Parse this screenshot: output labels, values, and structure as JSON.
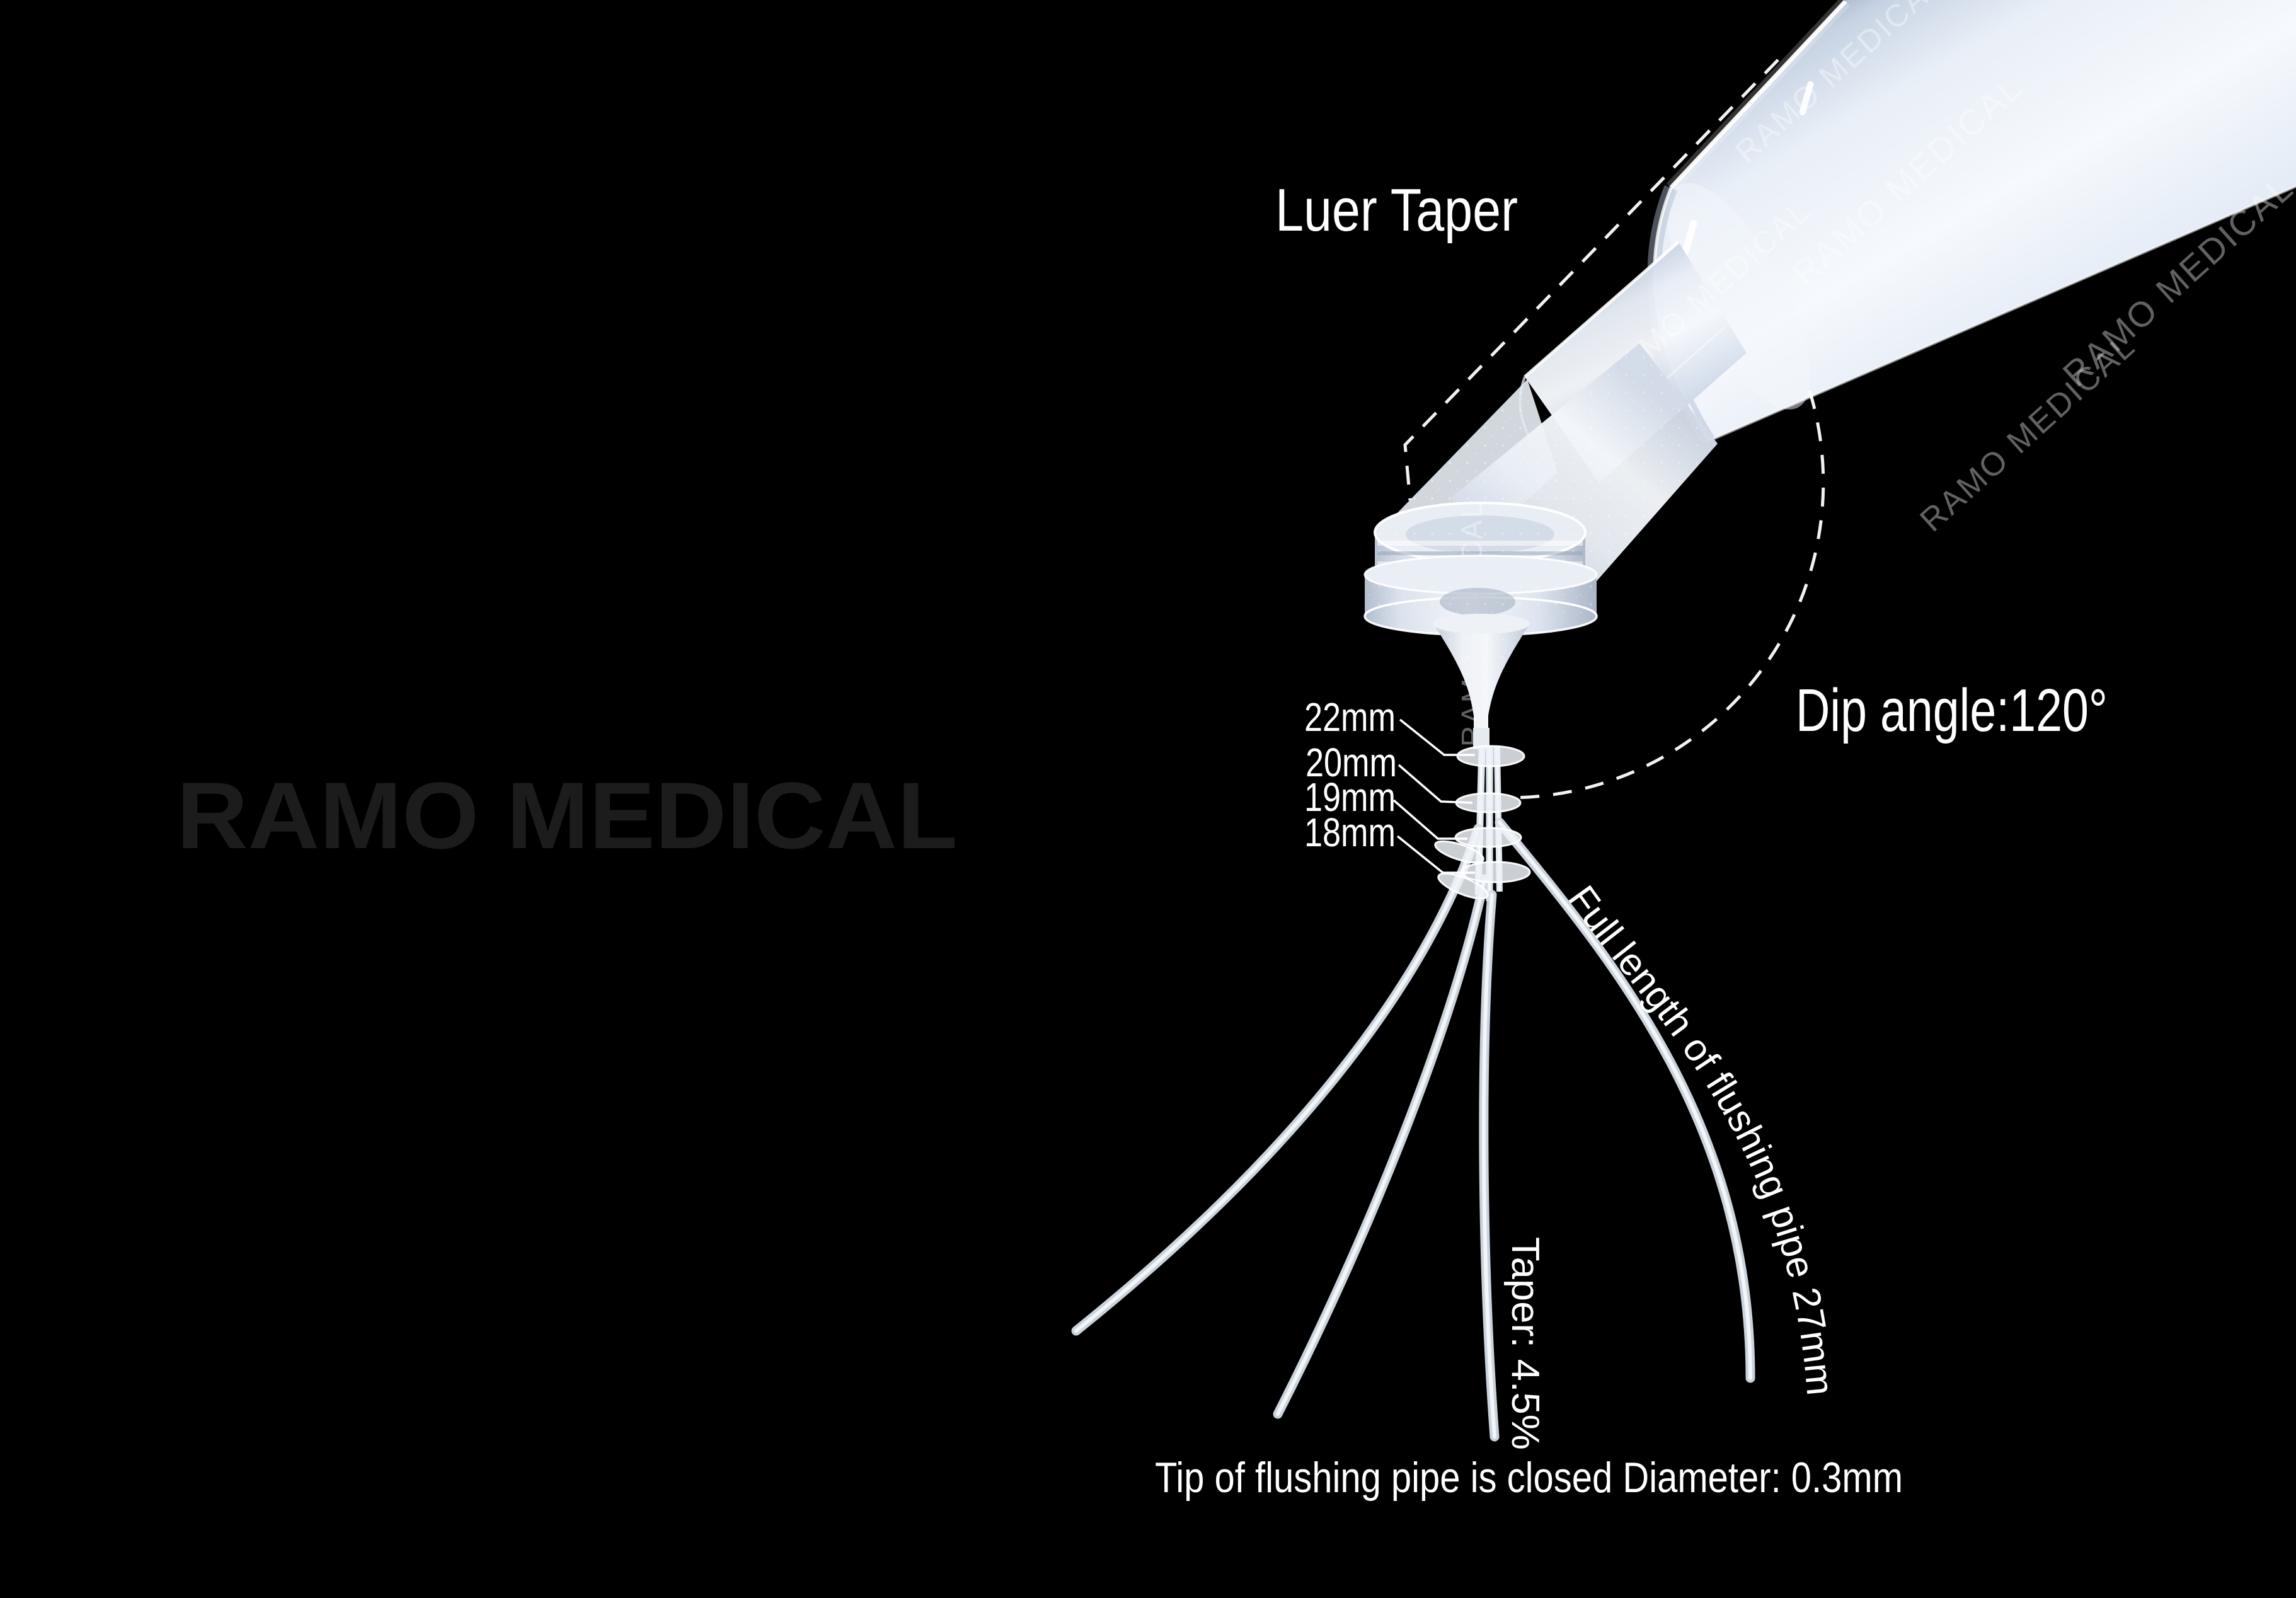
{
  "brand": {
    "watermark": "RAMO MEDICAL"
  },
  "labels": {
    "luer_taper": "Luer Taper",
    "dip_angle": "Dip angle:120°",
    "full_length": "Full length of flushing pipe 27mm.",
    "taper": "Taper: 4.5%",
    "tip_caption": "Tip of flushing pipe is closed Diameter: 0.3mm"
  },
  "measurements": [
    {
      "label": "22mm"
    },
    {
      "label": "20mm"
    },
    {
      "label": "19mm"
    },
    {
      "label": "18mm"
    }
  ],
  "colors": {
    "background": "#000000",
    "annotation_text": "#ffffff",
    "leader_lines": "#ffffff",
    "background_watermark": "#1c1c1c",
    "device_watermark": "#ffffff",
    "device_highlight": "#f6f9fd",
    "device_mid": "#dfe8f4",
    "device_shadow": "#aebcd0"
  }
}
